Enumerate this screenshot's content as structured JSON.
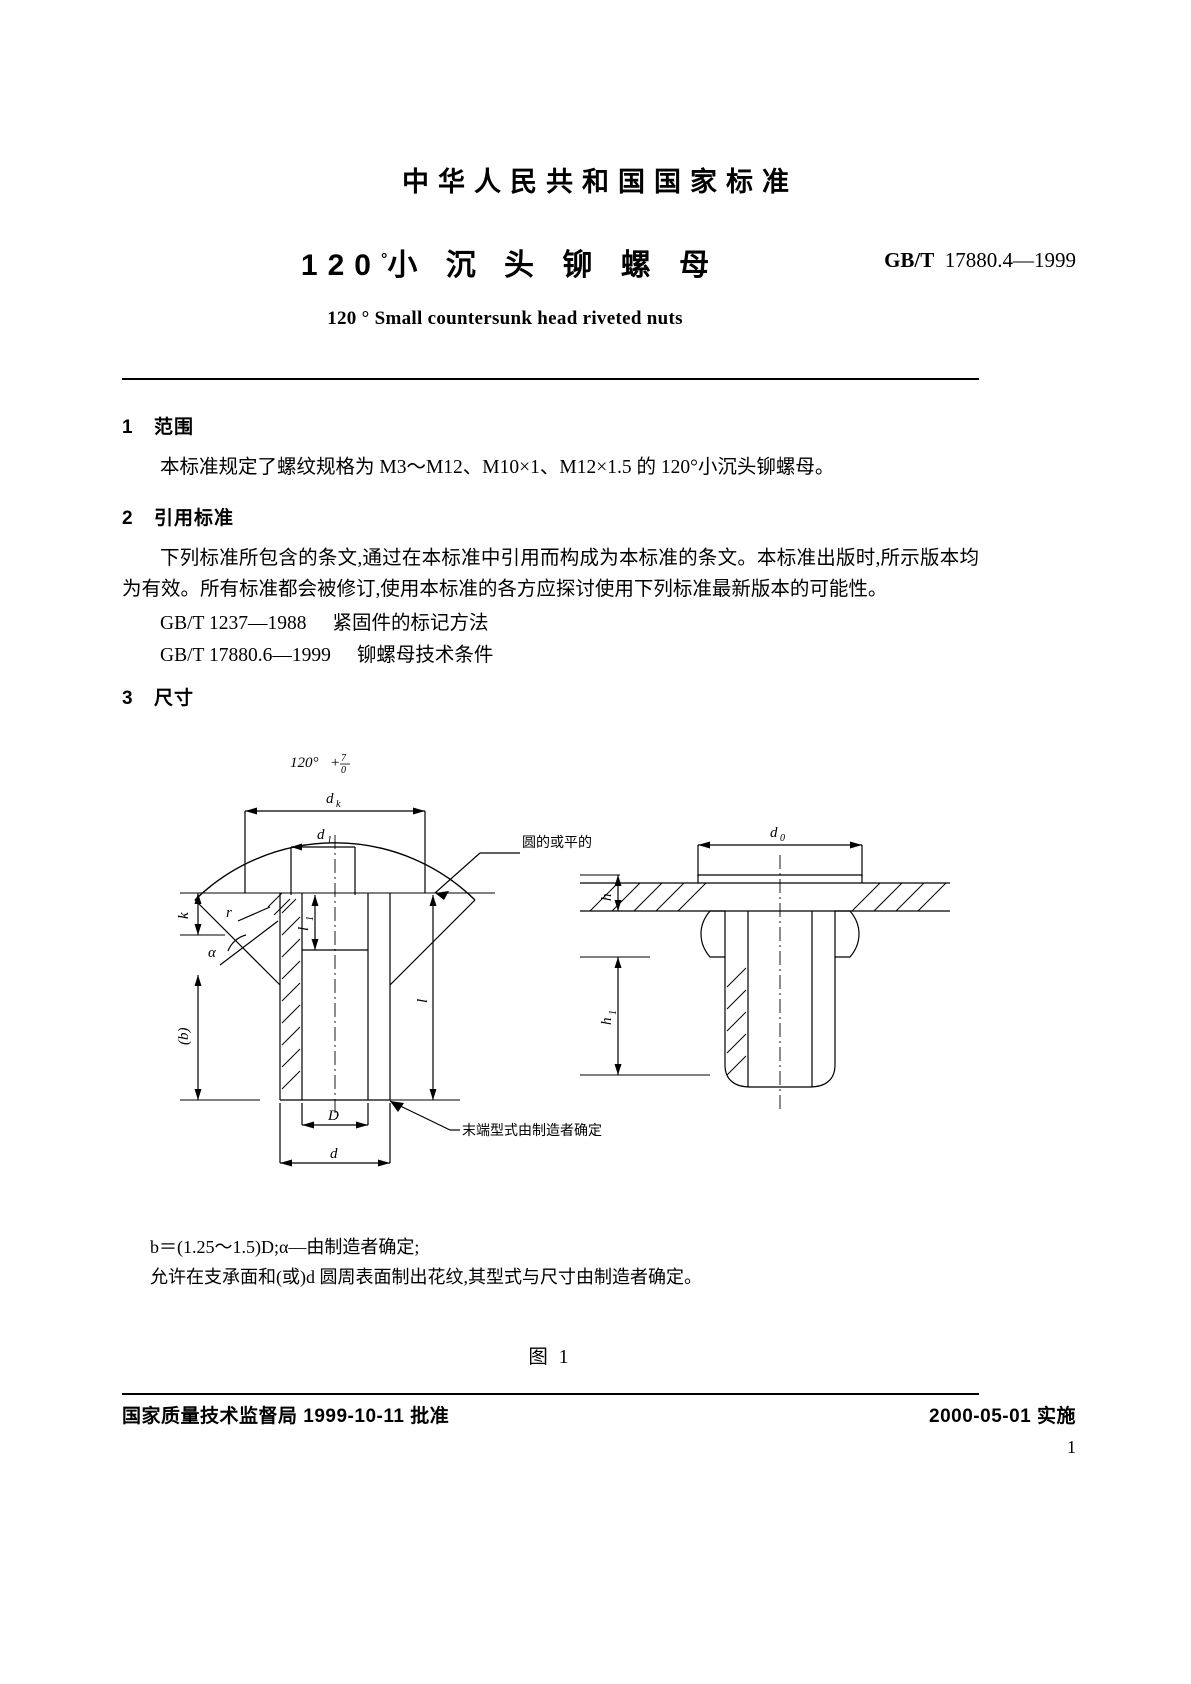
{
  "header": {
    "national_standard": "中华人民共和国国家标准",
    "title_main": "120",
    "title_degree": "°",
    "title_rest": "小 沉 头 铆 螺 母",
    "standard_no_prefix": "GB/T",
    "standard_no": "17880.4—1999",
    "english_title": "120 ° Small countersunk head riveted nuts"
  },
  "sections": {
    "s1": {
      "number": "1",
      "heading": "范围",
      "paragraph": "本标准规定了螺纹规格为 M3～M12、M10×1、M12×1.5 的 120°小沉头铆螺母。"
    },
    "s2": {
      "number": "2",
      "heading": "引用标准",
      "paragraph": "下列标准所包含的条文,通过在本标准中引用而构成为本标准的条文。本标准出版时,所示版本均为有效。所有标准都会被修订,使用本标准的各方应探讨使用下列标准最新版本的可能性。",
      "references": [
        {
          "code": "GB/T 1237—1988",
          "title": "紧固件的标记方法"
        },
        {
          "code": "GB/T 17880.6—1999",
          "title": "铆螺母技术条件"
        }
      ]
    },
    "s3": {
      "number": "3",
      "heading": "尺寸"
    }
  },
  "figure": {
    "caption": "图 1",
    "angle_label": "120°",
    "angle_tol_upper": "7",
    "angle_tol_lower": "0",
    "callout_round_flat": "圆的或平的",
    "callout_end_form": "末端型式由制造者确定",
    "dim_labels": {
      "dk": "d",
      "dk_sub": "k",
      "d1": "d",
      "d1_sub": "1",
      "k": "k",
      "r": "r",
      "alpha": "α",
      "b": "(b)",
      "l1": "l",
      "l1_sub": "1",
      "l": "l",
      "D": "D",
      "d": "d",
      "d0": "d",
      "d0_sub": "0",
      "h": "h",
      "h1": "h",
      "h1_sub": "1"
    },
    "notes": [
      "b＝(1.25～1.5)D;α—由制造者确定;",
      "允许在支承面和(或)d 圆周表面制出花纹,其型式与尺寸由制造者确定。"
    ]
  },
  "footer": {
    "left": "国家质量技术监督局 1999-10-11 批准",
    "right": "2000-05-01 实施",
    "page_number": "1"
  }
}
